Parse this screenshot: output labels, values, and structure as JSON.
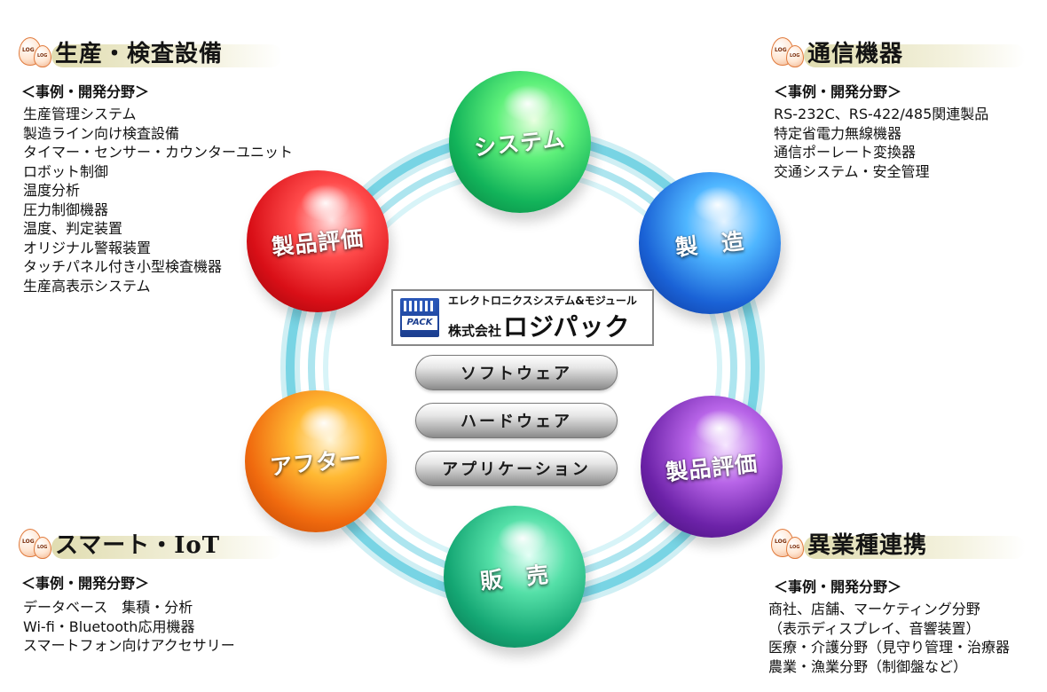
{
  "center": {
    "logo_subtitle": "エレクトロニクスシステム&モジュール",
    "logo_company_prefix": "株式会社",
    "logo_company_name": "ロジパック",
    "logo_mark_text": "PACK",
    "buttons": [
      "ソフトウェア",
      "ハードウェア",
      "アプリケーション"
    ]
  },
  "spheres": [
    {
      "label": "システム",
      "color": "#22c86a"
    },
    {
      "label": "製　造",
      "color": "#2a7de0"
    },
    {
      "label": "製品評価",
      "color": "#7a2fb8"
    },
    {
      "label": "販　売",
      "color": "#1fb47f"
    },
    {
      "label": "アフター",
      "color": "#f07a10"
    },
    {
      "label": "製品評価",
      "color": "#e0141c"
    }
  ],
  "ring_color": "#7fd6e6",
  "icon_text": {
    "big": "LOG",
    "small": "LOG"
  },
  "sections": {
    "top_left": {
      "title": "生産・検査設備",
      "subtitle": "＜事例・開発分野＞",
      "items": [
        "生産管理システム",
        "製造ライン向け検査設備",
        "タイマー・センサー・カウンターユニット",
        "ロボット制御",
        "温度分析",
        "圧力制御機器",
        "温度、判定装置",
        "オリジナル警報装置",
        "タッチパネル付き小型検査機器",
        "生産高表示システム"
      ]
    },
    "top_right": {
      "title": "通信機器",
      "subtitle": "＜事例・開発分野＞",
      "items": [
        "RS-232C、RS-422/485関連製品",
        "特定省電力無線機器",
        "通信ポーレート変換器",
        "交通システム・安全管理"
      ]
    },
    "bottom_left": {
      "title": "スマート・IoT",
      "subtitle": "＜事例・開発分野＞",
      "items": [
        "データベース　集積・分析",
        "Wi-fi・Bluetooth応用機器",
        "スマートフォン向けアクセサリー"
      ]
    },
    "bottom_right": {
      "title": "異業種連携",
      "subtitle": "＜事例・開発分野＞",
      "items": [
        "商社、店舗、マーケティング分野",
        "（表示ディスプレイ、音響装置）",
        "医療・介護分野（見守り管理・治療器",
        "農業・漁業分野（制御盤など）"
      ]
    }
  }
}
